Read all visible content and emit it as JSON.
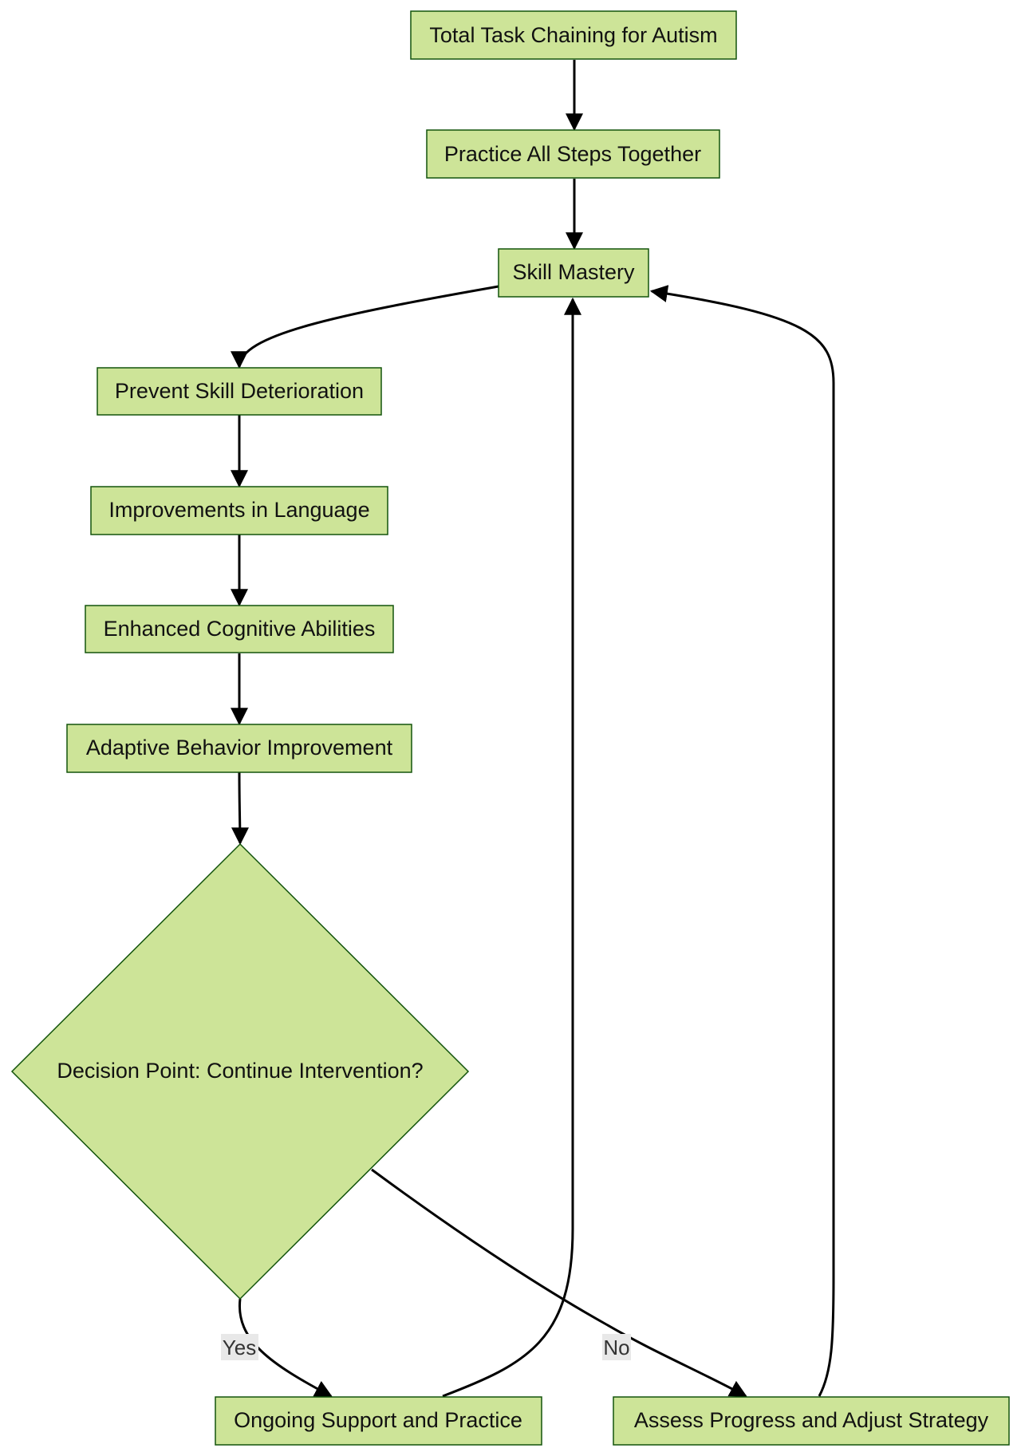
{
  "diagram": {
    "nodes": {
      "total_task_chaining": "Total Task Chaining for Autism",
      "practice_all_steps": "Practice All Steps Together",
      "skill_mastery": "Skill Mastery",
      "prevent_deterioration": "Prevent Skill Deterioration",
      "improvements_language": "Improvements in Language",
      "enhanced_cognitive": "Enhanced Cognitive Abilities",
      "adaptive_behavior": "Adaptive Behavior Improvement",
      "decision_point": "Decision Point: Continue Intervention?",
      "ongoing_support": "Ongoing Support and Practice",
      "assess_progress": "Assess Progress and Adjust Strategy"
    },
    "edge_labels": {
      "yes": "Yes",
      "no": "No"
    },
    "colors": {
      "node_fill": "#cde498",
      "node_stroke": "#13540c",
      "edge": "#000000"
    }
  }
}
